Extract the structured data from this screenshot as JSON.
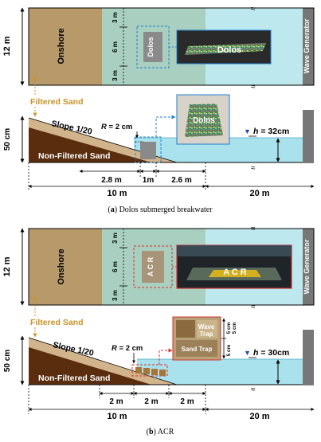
{
  "panel_a": {
    "plan": {
      "width_label": "12 m",
      "onshore_label": "Onshore",
      "seg_3m_top": "3 m",
      "seg_6m": "6 m",
      "seg_3m_bottom": "3 m",
      "structure_label": "Dolos",
      "photo_label": "Dolos",
      "wave_generator": "Wave Generator"
    },
    "section": {
      "filtered_sand": "Filtered Sand",
      "slope": "Slope 1/20",
      "radius_prefix": "R",
      "radius_value": " = 2 cm",
      "photo_label": "Dolos",
      "depth_prefix": "h",
      "depth_value": " = 32cm",
      "height_label": "50 cm",
      "non_filtered_sand": "Non-Filtered Sand",
      "dims": [
        "2.8 m",
        "1m",
        "2.6 m"
      ],
      "total_left": "10 m",
      "total_right": "20 m"
    },
    "caption_tag": "a",
    "caption_text": " Dolos submerged breakwater"
  },
  "panel_b": {
    "plan": {
      "width_label": "12 m",
      "onshore_label": "Onshore",
      "seg_3m_top": "3 m",
      "seg_6m": "6 m",
      "seg_3m_bottom": "3 m",
      "structure_label": "A C R",
      "photo_label": "A C R",
      "wave_generator": "Wave Generator"
    },
    "section": {
      "filtered_sand": "Filtered Sand",
      "slope": "Slope 1/20",
      "radius_prefix": "R",
      "radius_value": " = 2 cm",
      "photo_wave_trap_1": "Wave",
      "photo_wave_trap_2": "Trap",
      "photo_sand_trap": "Sand Trap",
      "photo_dim_a": "5 cm",
      "photo_dim_b": "5 cm",
      "photo_dim_c": "5 cm",
      "depth_prefix": "h",
      "depth_value": " = 30cm",
      "height_label": "50 cm",
      "non_filtered_sand": "Non-Filtered Sand",
      "dims": [
        "2 m",
        "2 m",
        "2 m"
      ],
      "total_left": "10 m",
      "total_right": "20 m"
    },
    "caption_tag": "b",
    "caption_text": " ACR"
  },
  "colors": {
    "onshore": "#b89a6a",
    "surf_zone": "#a9cfc0",
    "deep_water": "#bde8ee",
    "water": "#a9e2ec",
    "soil_dark": "#5a2d0e",
    "soil_light": "#d2b48c",
    "wave_generator": "#777777",
    "accent_orange": "#c8932a",
    "blue_dash": "#1f7fd0",
    "red_dash": "#d63030"
  }
}
